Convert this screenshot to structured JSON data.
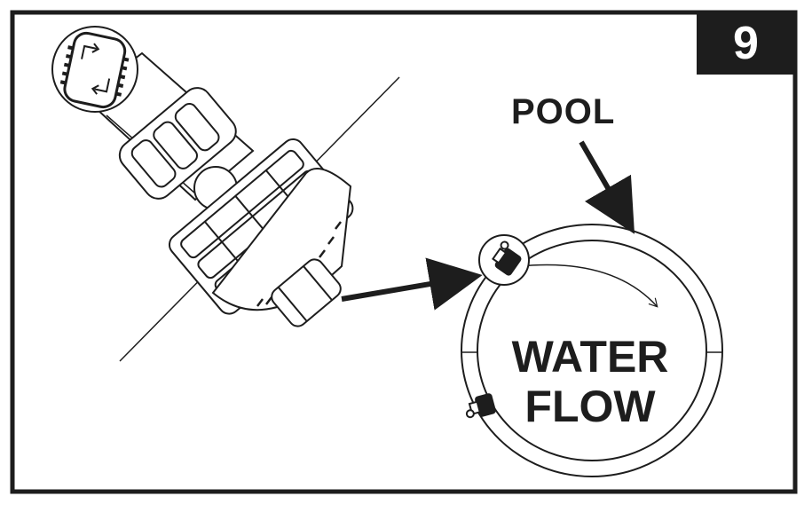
{
  "step": {
    "number": "9"
  },
  "labels": {
    "pool": "POOL",
    "water_flow_line1": "WATER",
    "water_flow_line2": "FLOW"
  },
  "colors": {
    "ink": "#1d1d1d",
    "paper": "#ffffff"
  },
  "icons": {
    "valve": "pool-inlet-valve-icon",
    "arrow": "pointer-arrow-icon",
    "fitting": "pool-fitting-icon"
  }
}
